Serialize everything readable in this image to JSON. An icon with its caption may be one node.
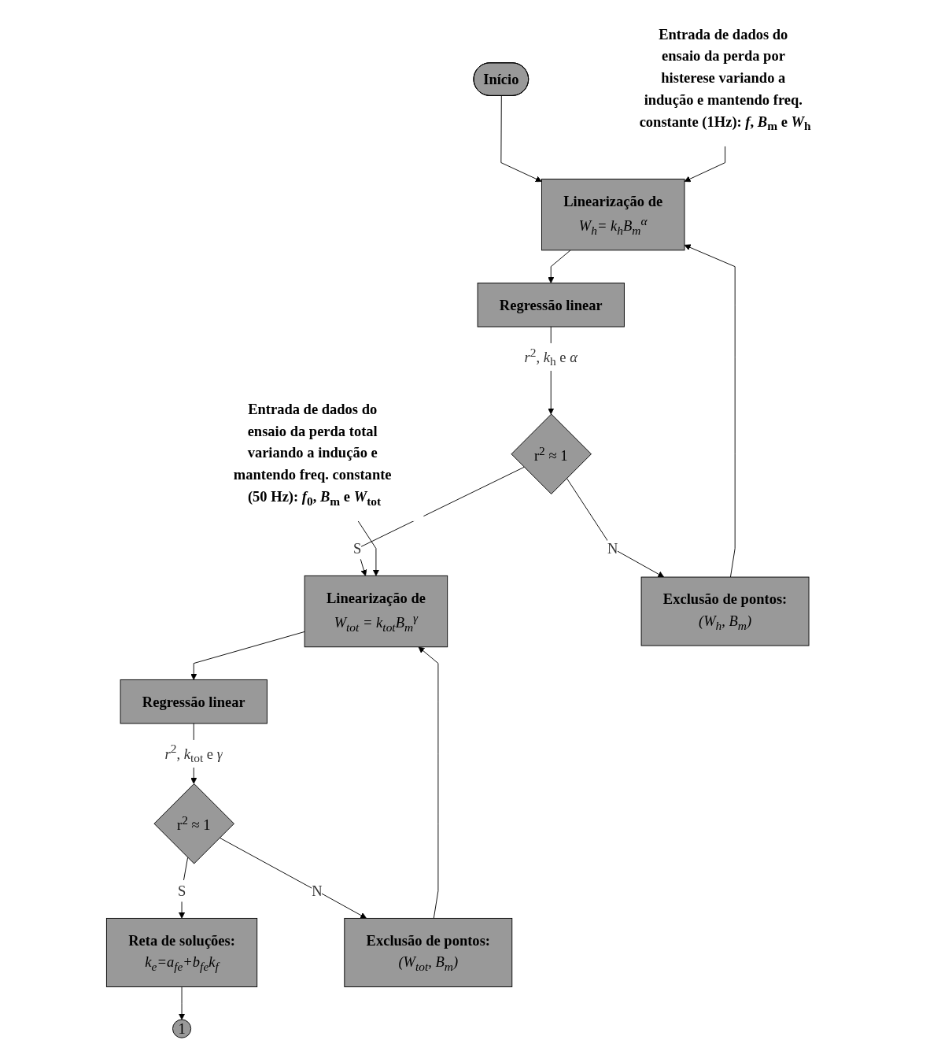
{
  "diagram": {
    "nodes": [
      {
        "text": [
          "Início"
        ]
      },
      {
        "text": [
          "Entrada de dados do ensaio da perda por histerese variando a indução e mantendo freq. constante (1Hz): *f*, *B*$_{m}$ e *W*$_{h}$"
        ]
      },
      {
        "text": [
          "Linearização de",
          "W$_{h}$= k$_{h}$B$_{m}$$^{α}$"
        ]
      },
      {
        "text": [
          "Regressão linear"
        ]
      },
      {
        "text": [
          "r$^{2}$ ≈ 1"
        ]
      },
      {
        "text": [
          "Exclusão de pontos:",
          "(W$_{h}$, B$_{m}$)"
        ]
      },
      {
        "text": [
          "Entrada de dados do ensaio da perda total variando a indução e mantendo freq. constante (50 Hz): *f*$_{0}$, *B*$_{m}$ e *W*$_{tot}$"
        ]
      },
      {
        "text": [
          "Linearização de",
          "W$_{tot}$ = k$_{tot}$B$_{m}$$^{γ}$"
        ]
      },
      {
        "text": [
          "Regressão linear"
        ]
      },
      {
        "text": [
          "r$^{2}$ ≈ 1"
        ]
      },
      {
        "text": [
          "Exclusão de pontos:",
          "(W$_{tot}$, B$_{m}$)"
        ]
      },
      {
        "text": [
          "Reta de soluções:",
          "k$_{e}$=a$_{fe}$+b$_{fe}$k$_{f}$"
        ]
      },
      {
        "text": [
          "1"
        ]
      }
    ],
    "edges": [
      {
        "from": 0,
        "to": 2,
        "arrow": "to"
      },
      {
        "from": 1,
        "to": 2,
        "arrow": "to"
      },
      {
        "from": 2,
        "to": 3,
        "arrow": "to"
      },
      {
        "from": 3,
        "to": 4,
        "arrow": "to",
        "label": "*r*$^{2}$, *k*$_{h}$ e *α*"
      },
      {
        "from": 4,
        "to": 5,
        "arrow": "to",
        "label": "N"
      },
      {
        "from": 5,
        "to": 2,
        "arrow": "to"
      },
      {
        "from": 4,
        "to": 7,
        "arrow": "to",
        "label": "S"
      },
      {
        "from": 6,
        "to": 7,
        "arrow": "to"
      },
      {
        "from": 7,
        "to": 8,
        "arrow": "to"
      },
      {
        "from": 8,
        "to": 9,
        "arrow": "to",
        "label": "*r*$^{2}$, *k*$_{tot}$ e *γ*"
      },
      {
        "from": 9,
        "to": 10,
        "arrow": "to",
        "label": "N"
      },
      {
        "from": 10,
        "to": 7,
        "arrow": "to"
      },
      {
        "from": 9,
        "to": 11,
        "arrow": "to",
        "label": "S"
      },
      {
        "from": 11,
        "to": 12,
        "arrow": "to"
      }
    ]
  }
}
